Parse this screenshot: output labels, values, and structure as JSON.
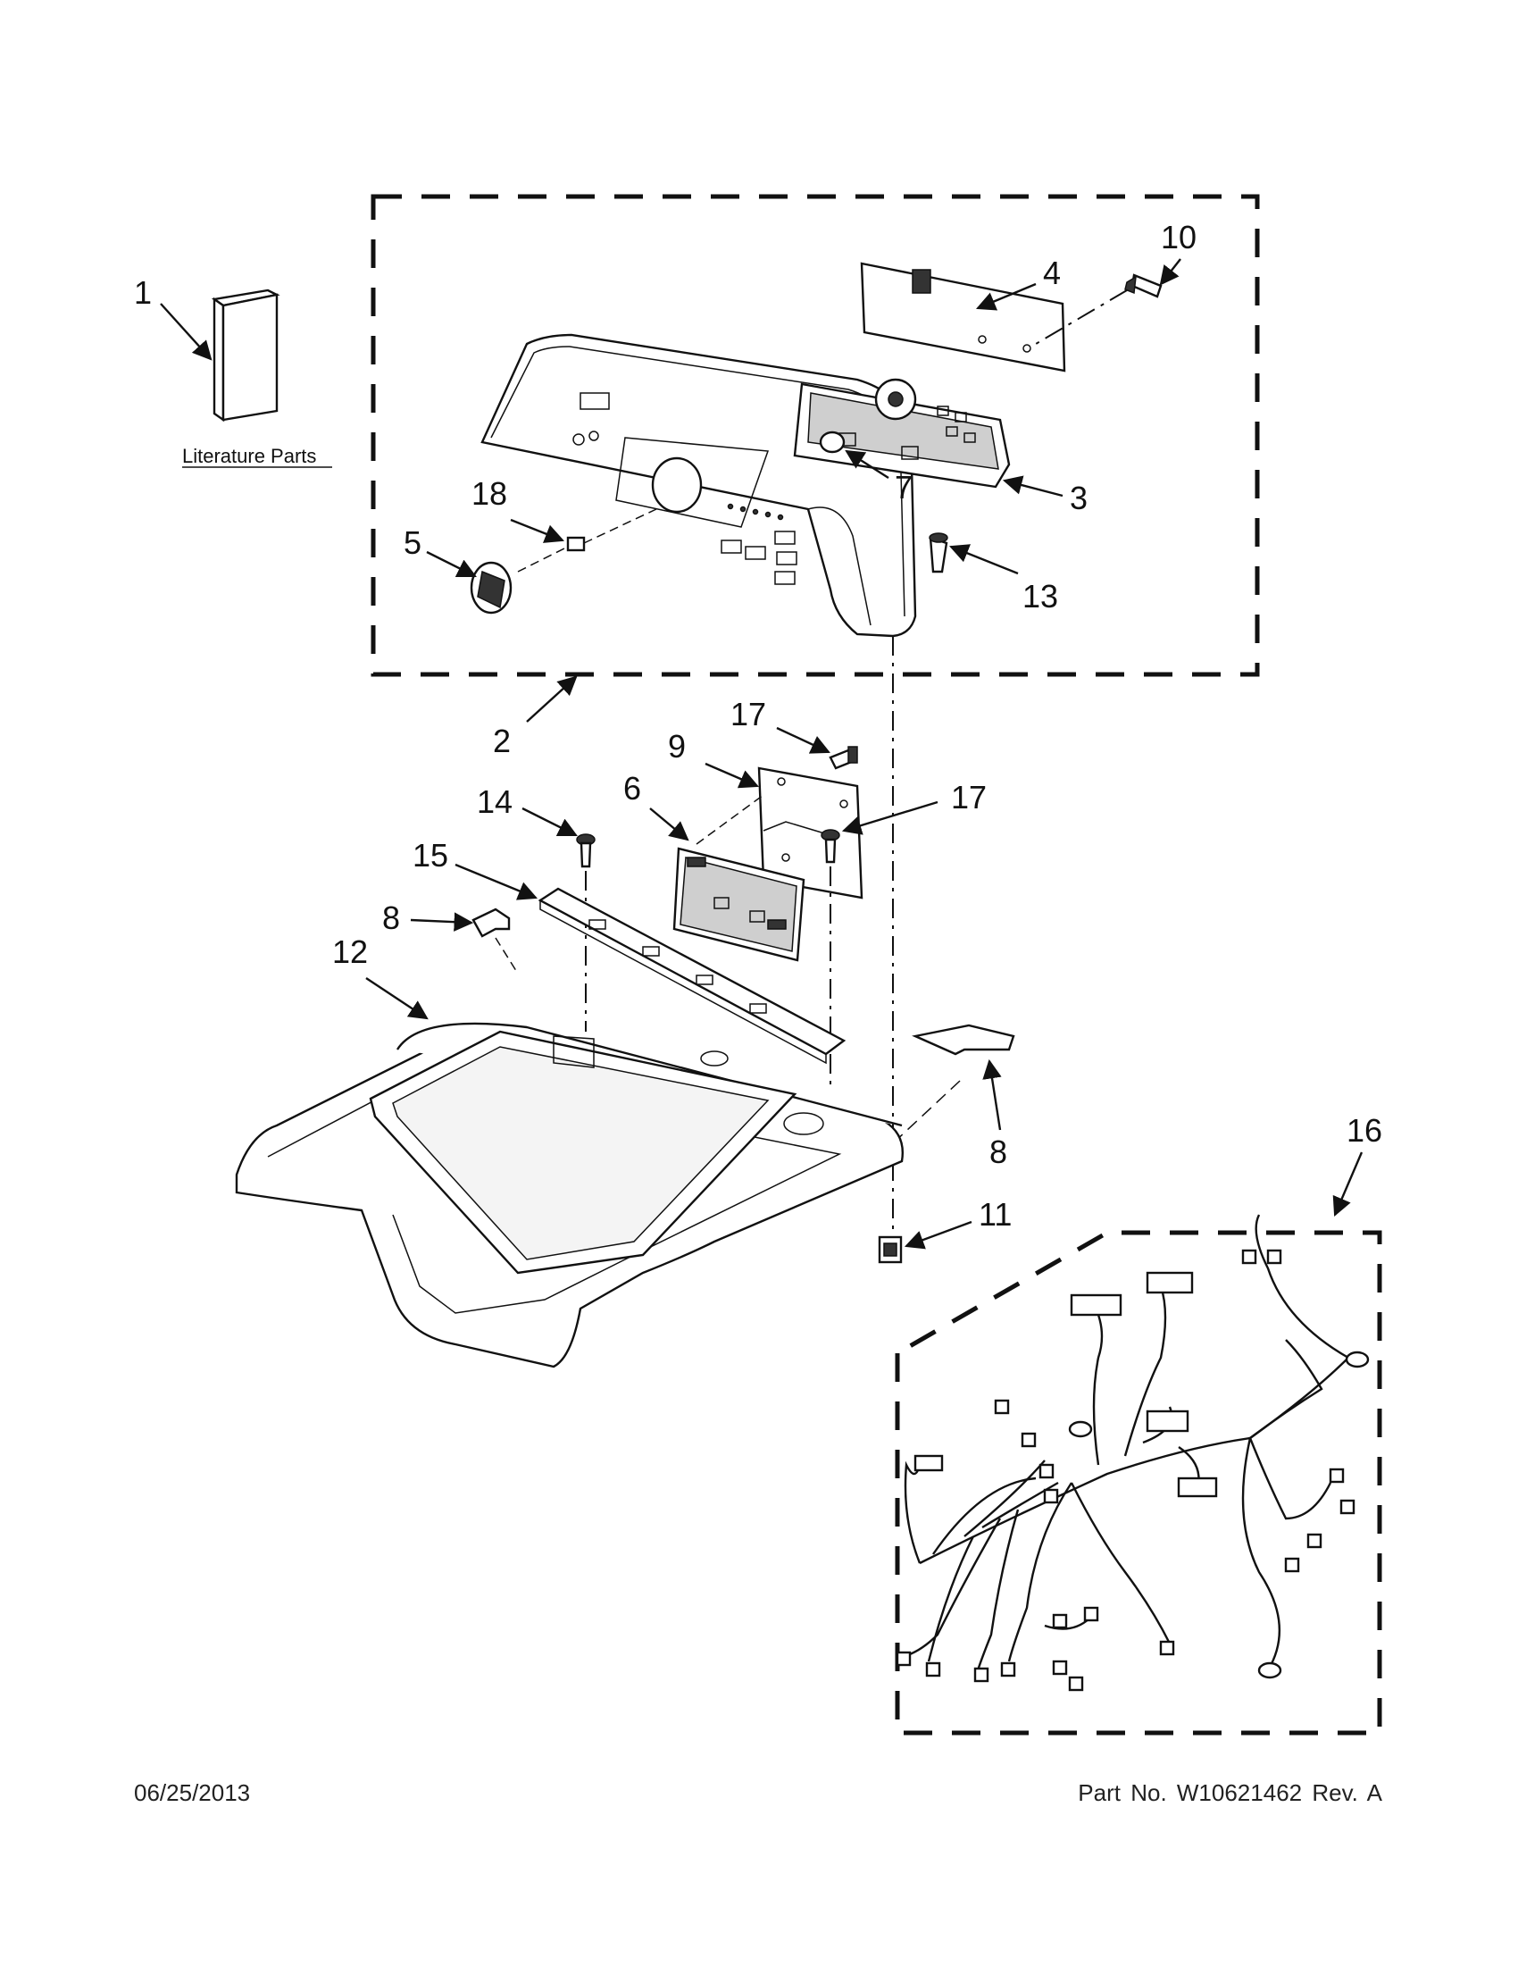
{
  "callouts": [
    {
      "id": "1",
      "text": "1"
    },
    {
      "id": "2",
      "text": "2"
    },
    {
      "id": "3",
      "text": "3"
    },
    {
      "id": "4",
      "text": "4"
    },
    {
      "id": "5",
      "text": "5"
    },
    {
      "id": "6",
      "text": "6"
    },
    {
      "id": "7",
      "text": "7"
    },
    {
      "id": "8a",
      "text": "8"
    },
    {
      "id": "8b",
      "text": "8"
    },
    {
      "id": "9",
      "text": "9"
    },
    {
      "id": "10",
      "text": "10"
    },
    {
      "id": "11",
      "text": "11"
    },
    {
      "id": "12",
      "text": "12"
    },
    {
      "id": "13",
      "text": "13"
    },
    {
      "id": "14",
      "text": "14"
    },
    {
      "id": "15",
      "text": "15"
    },
    {
      "id": "16",
      "text": "16"
    },
    {
      "id": "17a",
      "text": "17"
    },
    {
      "id": "17b",
      "text": "17"
    },
    {
      "id": "18",
      "text": "18"
    }
  ],
  "literature_label": "Literature Parts",
  "footer": {
    "date": "06/25/2013",
    "part_number": "Part No.  W10621462  Rev.  A"
  }
}
